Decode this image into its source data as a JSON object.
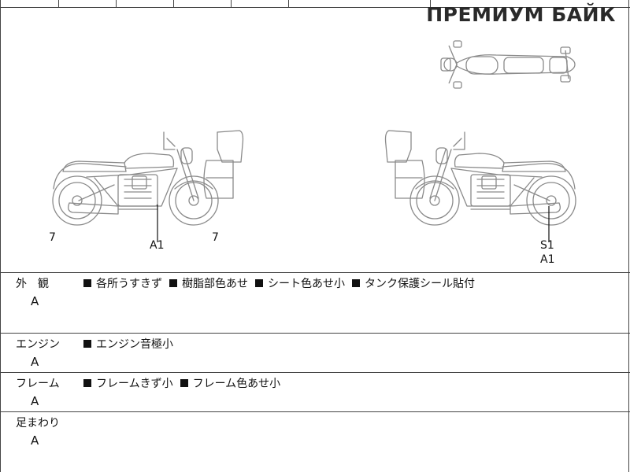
{
  "brand": "ПРЕМИУМ БАЙК",
  "marks": {
    "left_rear_wheel": "7",
    "left_engine": "A1",
    "left_front_wheel": "7",
    "right_s1": "S1",
    "right_a1": "A1"
  },
  "sections": [
    {
      "label": "外　観",
      "grade": "A",
      "notes": [
        "各所うすきず",
        "樹脂部色あせ",
        "シート色あせ小",
        "タンク保護シール貼付"
      ]
    },
    {
      "label": "エンジン",
      "grade": "A",
      "notes": [
        "エンジン音極小"
      ]
    },
    {
      "label": "フレーム",
      "grade": "A",
      "notes": [
        "フレームきず小",
        "フレーム色あせ小"
      ]
    },
    {
      "label": "足まわり",
      "grade": "A",
      "notes": []
    }
  ],
  "colors": {
    "line": "#444444",
    "drawing": "#8a8a8a",
    "text": "#111111"
  }
}
